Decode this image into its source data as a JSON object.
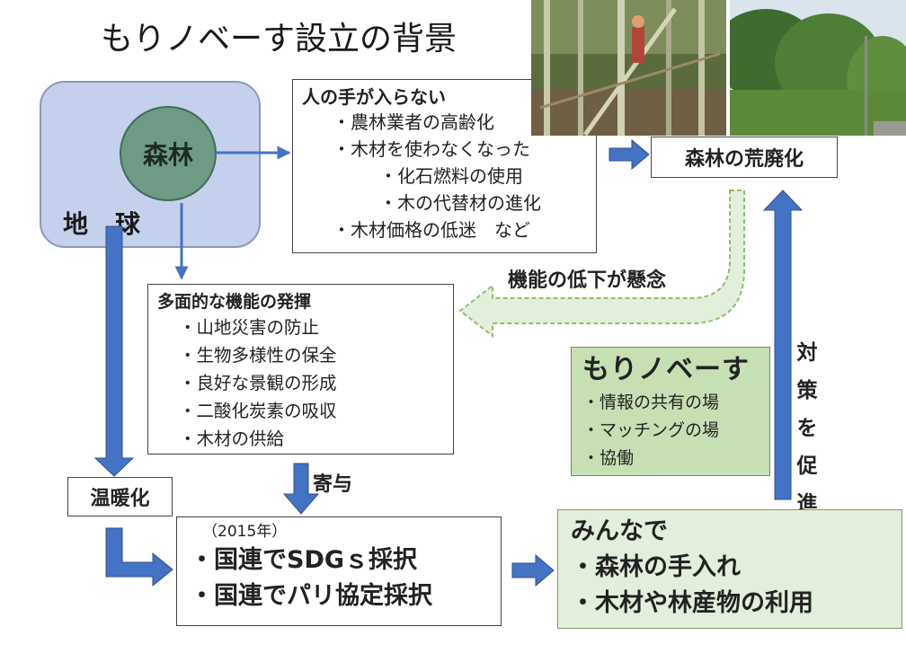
{
  "title": "もりノベーす設立の背景",
  "earth": {
    "label": "地球",
    "forest_label": "森林"
  },
  "reasons": {
    "heading": "人の手が入らない",
    "lines": [
      "・農林業者の高齢化",
      "・木材を使わなくなった",
      "・化石燃料の使用",
      "・木の代替材の進化",
      "・木材価格の低迷　など"
    ]
  },
  "desolation": "森林の荒廃化",
  "decline_label": "機能の低下が懸念",
  "functions": {
    "heading": "多面的な機能の発揮",
    "lines": [
      "・山地災害の防止",
      "・生物多様性の保全",
      "・良好な景観の形成",
      "・二酸化炭素の吸収",
      "・木材の供給"
    ]
  },
  "morinovesu": {
    "heading": "もりノベーす",
    "lines": [
      "・情報の共有の場",
      "・マッチングの場",
      "・協働"
    ]
  },
  "promote_label": [
    "対",
    "策",
    "を",
    "促",
    "進"
  ],
  "warming": "温暖化",
  "contribution_label": "寄与",
  "un": {
    "year": "（2015年）",
    "lines": [
      "・国連でSDGｓ採択",
      "・国連でパリ協定採択"
    ]
  },
  "everyone": {
    "heading": "みんなで",
    "lines": [
      "・森林の手入れ",
      "・木材や林産物の利用"
    ]
  },
  "colors": {
    "arrow_blue": "#4472c4",
    "arrow_green": "#a9d18e",
    "earth_fill": "#c5d1ec",
    "forest_fill": "#6f9b86",
    "morinovesu_fill": "#c6e0b4",
    "everyone_fill": "#e2efda"
  }
}
